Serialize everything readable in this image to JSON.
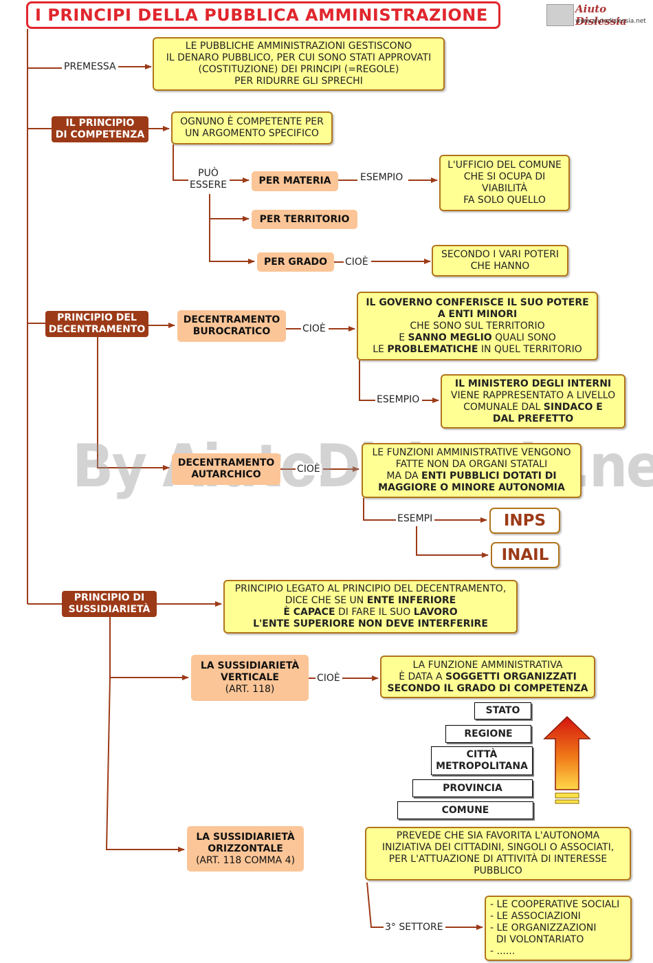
{
  "title": "I PRINCIPI DELLA PUBBLICA AMMINISTRAZIONE",
  "logo": {
    "name": "Aiuto Dislessia",
    "url": "www.aiutodislessia.net"
  },
  "watermark": "By AiutoDislessia.net",
  "premessa": {
    "label": "PREMESSA",
    "lines": [
      "LE PUBBLICHE AMMINISTRAZIONI GESTISCONO",
      "IL DENARO PUBBLICO, PER CUI SONO STATI APPROVATI",
      "(COSTITUZIONE) DEI PRINCIPI (=REGOLE)",
      "PER RIDURRE GLI SPRECHI"
    ]
  },
  "competenza": {
    "title": [
      "IL PRINCIPIO",
      "DI COMPETENZA"
    ],
    "desc": [
      "OGNUNO È COMPETENTE PER",
      "UN ARGOMENTO SPECIFICO"
    ],
    "puo_essere": [
      "PUÒ",
      "ESSERE"
    ],
    "per_materia": "PER MATERIA",
    "esempio": "ESEMPIO",
    "materia_example": [
      "L'UFFICIO DEL COMUNE",
      "CHE SI OCUPA DI",
      "VIABILITÀ",
      "FA SOLO QUELLO"
    ],
    "per_territorio": "PER TERRITORIO",
    "per_grado": "PER GRADO",
    "cioe": "CIOÈ",
    "grado_desc": [
      "SECONDO I VARI POTERI",
      "CHE HANNO"
    ]
  },
  "decentramento": {
    "title": [
      "PRINCIPIO DEL",
      "DECENTRAMENTO"
    ],
    "burocratico": [
      "DECENTRAMENTO",
      "BUROCRATICO"
    ],
    "cioe": "CIOÈ",
    "buro_desc": {
      "l1": "IL GOVERNO CONFERISCE IL SUO POTERE",
      "l2": "A ENTI MINORI",
      "l3": "CHE SONO SUL TERRITORIO",
      "l4a": "E ",
      "l4b": "SANNO MEGLIO",
      "l4c": " QUALI SONO",
      "l5a": "LE ",
      "l5b": "PROBLEMATICHE",
      "l5c": " IN QUEL TERRITORIO"
    },
    "esempio": "ESEMPIO",
    "buro_example": {
      "l1": "IL MINISTERO DEGLI INTERNI",
      "l2": "VIENE RAPPRESENTATO A LIVELLO",
      "l3a": "COMUNALE DAL ",
      "l3b": "SINDACO E",
      "l4": "DAL PREFETTO"
    },
    "autarchico": [
      "DECENTRAMENTO",
      "AUTARCHICO"
    ],
    "cioe2": "CIOÈ",
    "auto_desc": {
      "l1": "LE FUNZIONI AMMINISTRATIVE VENGONO",
      "l2": "FATTE NON DA ORGANI STATALI",
      "l3a": "MA DA ",
      "l3b": "ENTI PUBBLICI DOTATI DI",
      "l4": "MAGGIORE O MINORE AUTONOMIA"
    },
    "esempi": "ESEMPI",
    "inps": "INPS",
    "inail": "INAIL"
  },
  "sussidiarieta": {
    "title": [
      "PRINCIPIO DI",
      "SUSSIDIARIETÀ"
    ],
    "desc": {
      "l1": "PRINCIPIO LEGATO AL PRINCIPIO DEL DECENTRAMENTO,",
      "l2a": "DICE CHE SE UN ",
      "l2b": "ENTE INFERIORE",
      "l3a": "È CAPACE",
      "l3b": " DI FARE IL SUO ",
      "l3c": "LAVORO",
      "l4": "L'ENTE SUPERIORE NON DEVE INTERFERIRE"
    },
    "verticale": [
      "LA SUSSIDIARIETÀ",
      "VERTICALE",
      "(ART. 118)"
    ],
    "cioe": "CIOÈ",
    "vert_desc": {
      "l1": "LA FUNZIONE AMMINISTRATIVA",
      "l2a": "È DATA A ",
      "l2b": "SOGGETTI ORGANIZZATI",
      "l3": "SECONDO IL GRADO DI COMPETENZA"
    },
    "levels": [
      "STATO",
      "REGIONE",
      "CITTÀ",
      "METROPOLITANA",
      "PROVINCIA",
      "COMUNE"
    ],
    "orizzontale": [
      "LA SUSSIDIARIETÀ",
      "ORIZZONTALE",
      "(ART. 118 COMMA 4)"
    ],
    "orizz_desc": [
      "PREVEDE CHE SIA FAVORITA L'AUTONOMA",
      "INIZIATIVA DEI CITTADINI, SINGOLI O ASSOCIATI,",
      "PER L'ATTUAZIONE DI ATTIVITÀ DI INTERESSE",
      "PUBBLICO"
    ],
    "terzo_settore": "3° SETTORE",
    "terzo_list": [
      "- LE COOPERATIVE SOCIALI",
      "- LE ASSOCIAZIONI",
      "- LE ORGANIZZAZIONI",
      "  DI VOLONTARIATO",
      "- ......"
    ]
  },
  "colors": {
    "title_border": "#e0262d",
    "dark_node": "#9c3a17",
    "peach_node": "#fbc597",
    "yellow_node": "#ffff94",
    "connector": "#9c3a17"
  }
}
